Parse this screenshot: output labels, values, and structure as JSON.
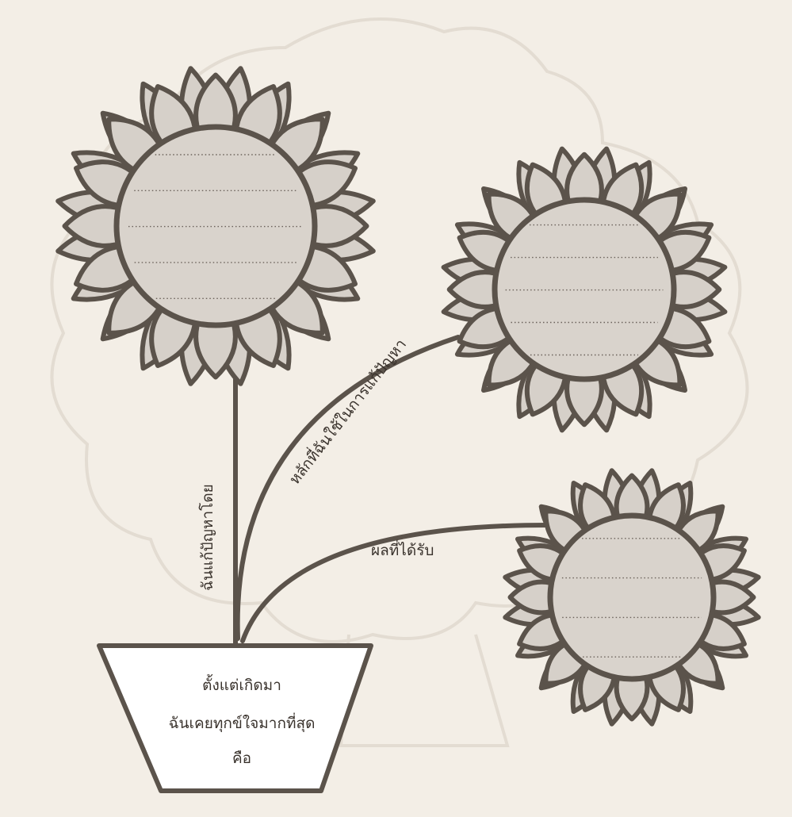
{
  "labels": {
    "stem_vertical": "ฉันแก้ปัญหาโดย",
    "branch_upper": "หลักที่ฉันใช้ในการแก้ปัญหา",
    "branch_lower": "ผลที่ได้รับ"
  },
  "pot": {
    "line1": "ตั้งแต่เกิดมา",
    "line2": "ฉันเคยทุกข์ใจมากที่สุด",
    "line3": "คือ"
  },
  "colors": {
    "outline": "#5b534b",
    "petal_fill": "#d6d0c9",
    "center_fill": "#d9d3cc",
    "pot_fill": "#ffffff",
    "paper": "#f3eee6"
  },
  "flowers": [
    {
      "name": "flower-top-left"
    },
    {
      "name": "flower-right-upper"
    },
    {
      "name": "flower-right-lower"
    }
  ]
}
